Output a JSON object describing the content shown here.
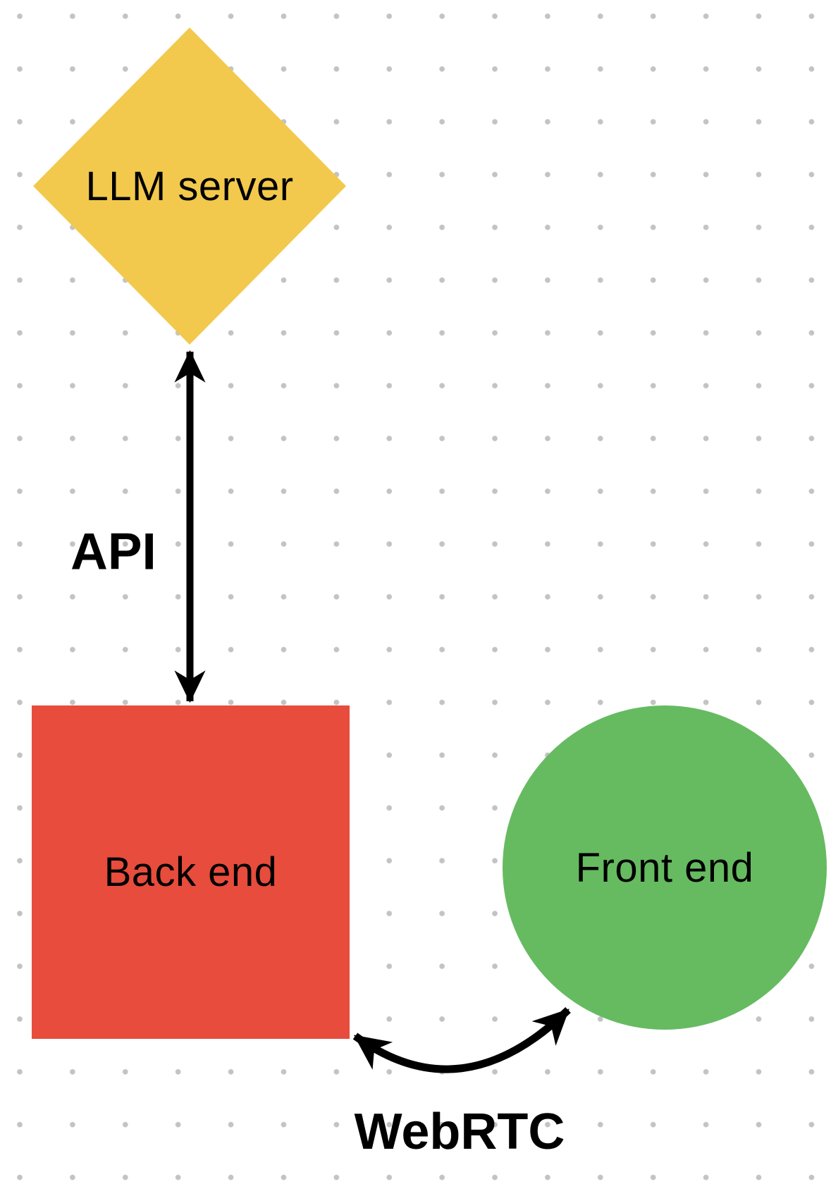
{
  "canvas": {
    "background_color": "#ffffff",
    "dot_grid_color": "#c3c3c3"
  },
  "nodes": [
    {
      "id": "llm-server",
      "label": "LLM server",
      "shape": "diamond",
      "color": "#F2C94C"
    },
    {
      "id": "back-end",
      "label": "Back end",
      "shape": "square",
      "color": "#E74C3C"
    },
    {
      "id": "front-end",
      "label": "Front end",
      "shape": "circle",
      "color": "#66BB61"
    }
  ],
  "edges": [
    {
      "id": "api",
      "label": "API",
      "from": "llm-server",
      "to": "back-end",
      "style": "straight-double-arrow",
      "color": "#000000"
    },
    {
      "id": "webrtc",
      "label": "WebRTC",
      "from": "back-end",
      "to": "front-end",
      "style": "curved-double-arrow",
      "color": "#000000"
    }
  ]
}
